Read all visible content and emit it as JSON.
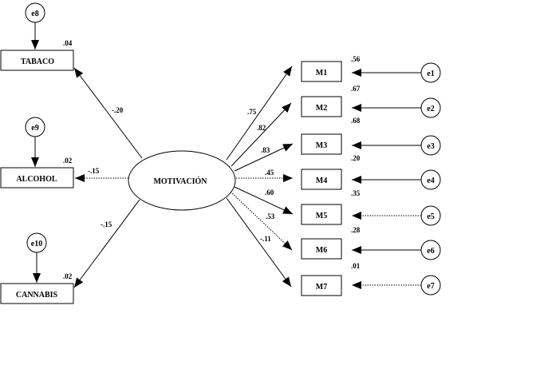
{
  "latent": {
    "label": "MOTIVACIÓN"
  },
  "outcomes": [
    {
      "id": "tabaco",
      "label": "TABACO",
      "r2": ".04",
      "path_coef": "-.20",
      "error": "e8"
    },
    {
      "id": "alcohol",
      "label": "ALCOHOL",
      "r2": ".02",
      "path_coef": "-.15",
      "error": "e9"
    },
    {
      "id": "cannabis",
      "label": "CANNABIS",
      "r2": ".02",
      "path_coef": "-.15",
      "error": "e10"
    }
  ],
  "indicators": [
    {
      "id": "m1",
      "label": "M1",
      "loading": ".75",
      "r2": ".56",
      "error": "e1"
    },
    {
      "id": "m2",
      "label": "M2",
      "loading": ".82",
      "r2": ".67",
      "error": "e2"
    },
    {
      "id": "m3",
      "label": "M3",
      "loading": ".83",
      "r2": ".68",
      "error": "e3"
    },
    {
      "id": "m4",
      "label": "M4",
      "loading": ".45",
      "r2": ".20",
      "error": "e4"
    },
    {
      "id": "m5",
      "label": "M5",
      "loading": ".60",
      "r2": ".35",
      "error": "e5"
    },
    {
      "id": "m6",
      "label": "M6",
      "loading": ".53",
      "r2": ".28",
      "error": "e6"
    },
    {
      "id": "m7",
      "label": "M7",
      "loading": "-.11",
      "r2": ".01",
      "error": "e7"
    }
  ]
}
